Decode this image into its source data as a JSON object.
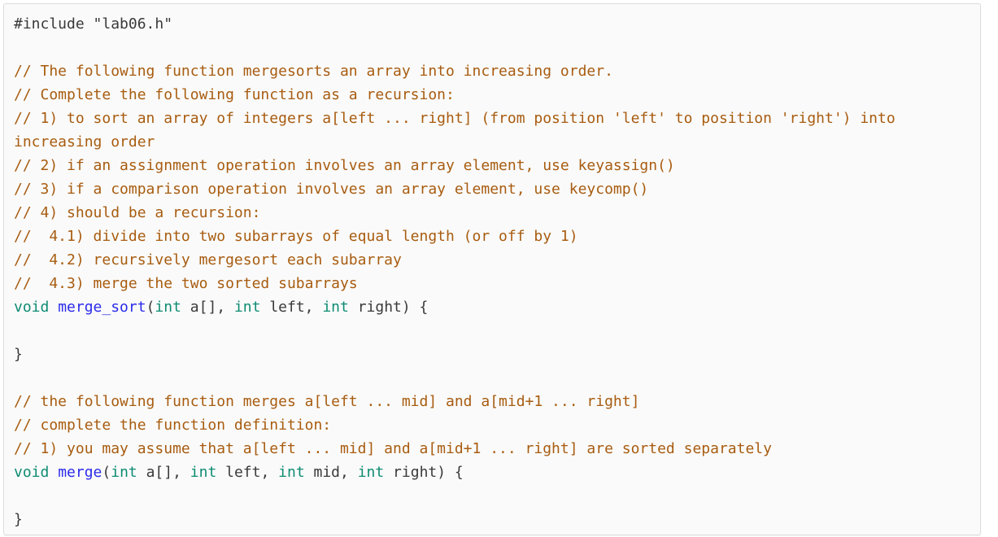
{
  "colors": {
    "page_background": "#ffffff",
    "box_background": "#fafafa",
    "box_border": "#dcdcdc",
    "plain_text": "#3a3a3a",
    "comment": "#a85c10",
    "keyword": "#0e8c72",
    "function_name": "#2b2bea"
  },
  "code": {
    "language": "c",
    "lines": [
      {
        "spans": [
          {
            "text": "#include \"lab06.h\"",
            "style": "plain"
          }
        ]
      },
      {
        "spans": []
      },
      {
        "spans": [
          {
            "text": "// The following function mergesorts an array into increasing order.",
            "style": "comment"
          }
        ]
      },
      {
        "spans": [
          {
            "text": "// Complete the following function as a recursion:",
            "style": "comment"
          }
        ]
      },
      {
        "spans": [
          {
            "text": "// 1) to sort an array of integers a[left ... right] (from position 'left' to position 'right') into increasing order",
            "style": "comment"
          }
        ]
      },
      {
        "spans": [
          {
            "text": "// 2) if an assignment operation involves an array element, use keyassign()",
            "style": "comment"
          }
        ]
      },
      {
        "spans": [
          {
            "text": "// 3) if a comparison operation involves an array element, use keycomp()",
            "style": "comment"
          }
        ]
      },
      {
        "spans": [
          {
            "text": "// 4) should be a recursion:",
            "style": "comment"
          }
        ]
      },
      {
        "spans": [
          {
            "text": "//  4.1) divide into two subarrays of equal length (or off by 1)",
            "style": "comment"
          }
        ]
      },
      {
        "spans": [
          {
            "text": "//  4.2) recursively mergesort each subarray",
            "style": "comment"
          }
        ]
      },
      {
        "spans": [
          {
            "text": "//  4.3) merge the two sorted subarrays",
            "style": "comment"
          }
        ]
      },
      {
        "spans": [
          {
            "text": "void",
            "style": "keyword"
          },
          {
            "text": " ",
            "style": "plain"
          },
          {
            "text": "merge_sort",
            "style": "function"
          },
          {
            "text": "(",
            "style": "plain"
          },
          {
            "text": "int",
            "style": "keyword"
          },
          {
            "text": " a[], ",
            "style": "plain"
          },
          {
            "text": "int",
            "style": "keyword"
          },
          {
            "text": " left, ",
            "style": "plain"
          },
          {
            "text": "int",
            "style": "keyword"
          },
          {
            "text": " right) {",
            "style": "plain"
          }
        ]
      },
      {
        "spans": []
      },
      {
        "spans": [
          {
            "text": "}",
            "style": "plain"
          }
        ]
      },
      {
        "spans": []
      },
      {
        "spans": [
          {
            "text": "// the following function merges a[left ... mid] and a[mid+1 ... right]",
            "style": "comment"
          }
        ]
      },
      {
        "spans": [
          {
            "text": "// complete the function definition:",
            "style": "comment"
          }
        ]
      },
      {
        "spans": [
          {
            "text": "// 1) you may assume that a[left ... mid] and a[mid+1 ... right] are sorted separately",
            "style": "comment"
          }
        ]
      },
      {
        "spans": [
          {
            "text": "void",
            "style": "keyword"
          },
          {
            "text": " ",
            "style": "plain"
          },
          {
            "text": "merge",
            "style": "function"
          },
          {
            "text": "(",
            "style": "plain"
          },
          {
            "text": "int",
            "style": "keyword"
          },
          {
            "text": " a[], ",
            "style": "plain"
          },
          {
            "text": "int",
            "style": "keyword"
          },
          {
            "text": " left, ",
            "style": "plain"
          },
          {
            "text": "int",
            "style": "keyword"
          },
          {
            "text": " mid, ",
            "style": "plain"
          },
          {
            "text": "int",
            "style": "keyword"
          },
          {
            "text": " right) {",
            "style": "plain"
          }
        ]
      },
      {
        "spans": []
      },
      {
        "spans": [
          {
            "text": "}",
            "style": "plain"
          }
        ]
      }
    ]
  }
}
